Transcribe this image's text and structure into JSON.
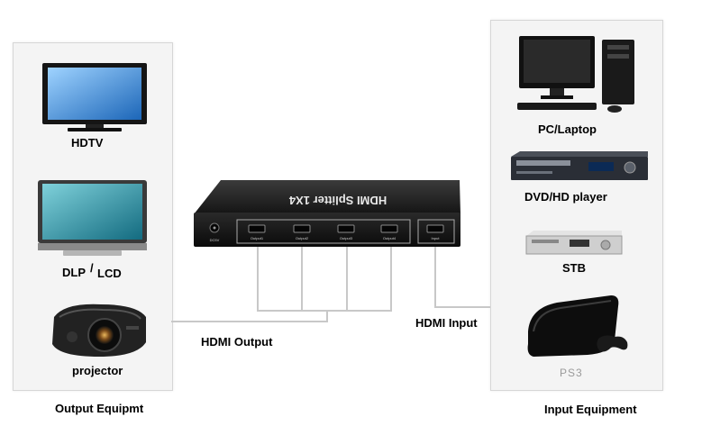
{
  "output_section": {
    "caption": "Output Equipmt",
    "devices": [
      {
        "label": "HDTV",
        "icon": "hdtv-icon"
      },
      {
        "label_parts": [
          "DLP",
          "/",
          "LCD"
        ],
        "icon": "lcd-tv-icon"
      },
      {
        "label": "projector",
        "icon": "projector-icon"
      }
    ]
  },
  "input_section": {
    "caption": "Input Equipment",
    "devices": [
      {
        "label": "PC/Laptop",
        "icon": "desktop-pc-icon"
      },
      {
        "label": "DVD/HD player",
        "icon": "dvd-player-icon"
      },
      {
        "label": "STB",
        "icon": "set-top-box-icon"
      },
      {
        "label": "PS3",
        "icon": "game-console-icon"
      }
    ]
  },
  "splitter": {
    "title": "HDMI Splitter 1X4",
    "power_port": "DC5V",
    "output_ports": [
      "Output1",
      "Output2",
      "Output3",
      "Output4"
    ],
    "input_port": "Input"
  },
  "connections": {
    "output_label": "HDMI Output",
    "input_label": "HDMI Input"
  },
  "colors": {
    "panel_bg": "#f4f4f4",
    "wire": "#c8c8c8",
    "splitter_body": "#1b1b1b"
  }
}
